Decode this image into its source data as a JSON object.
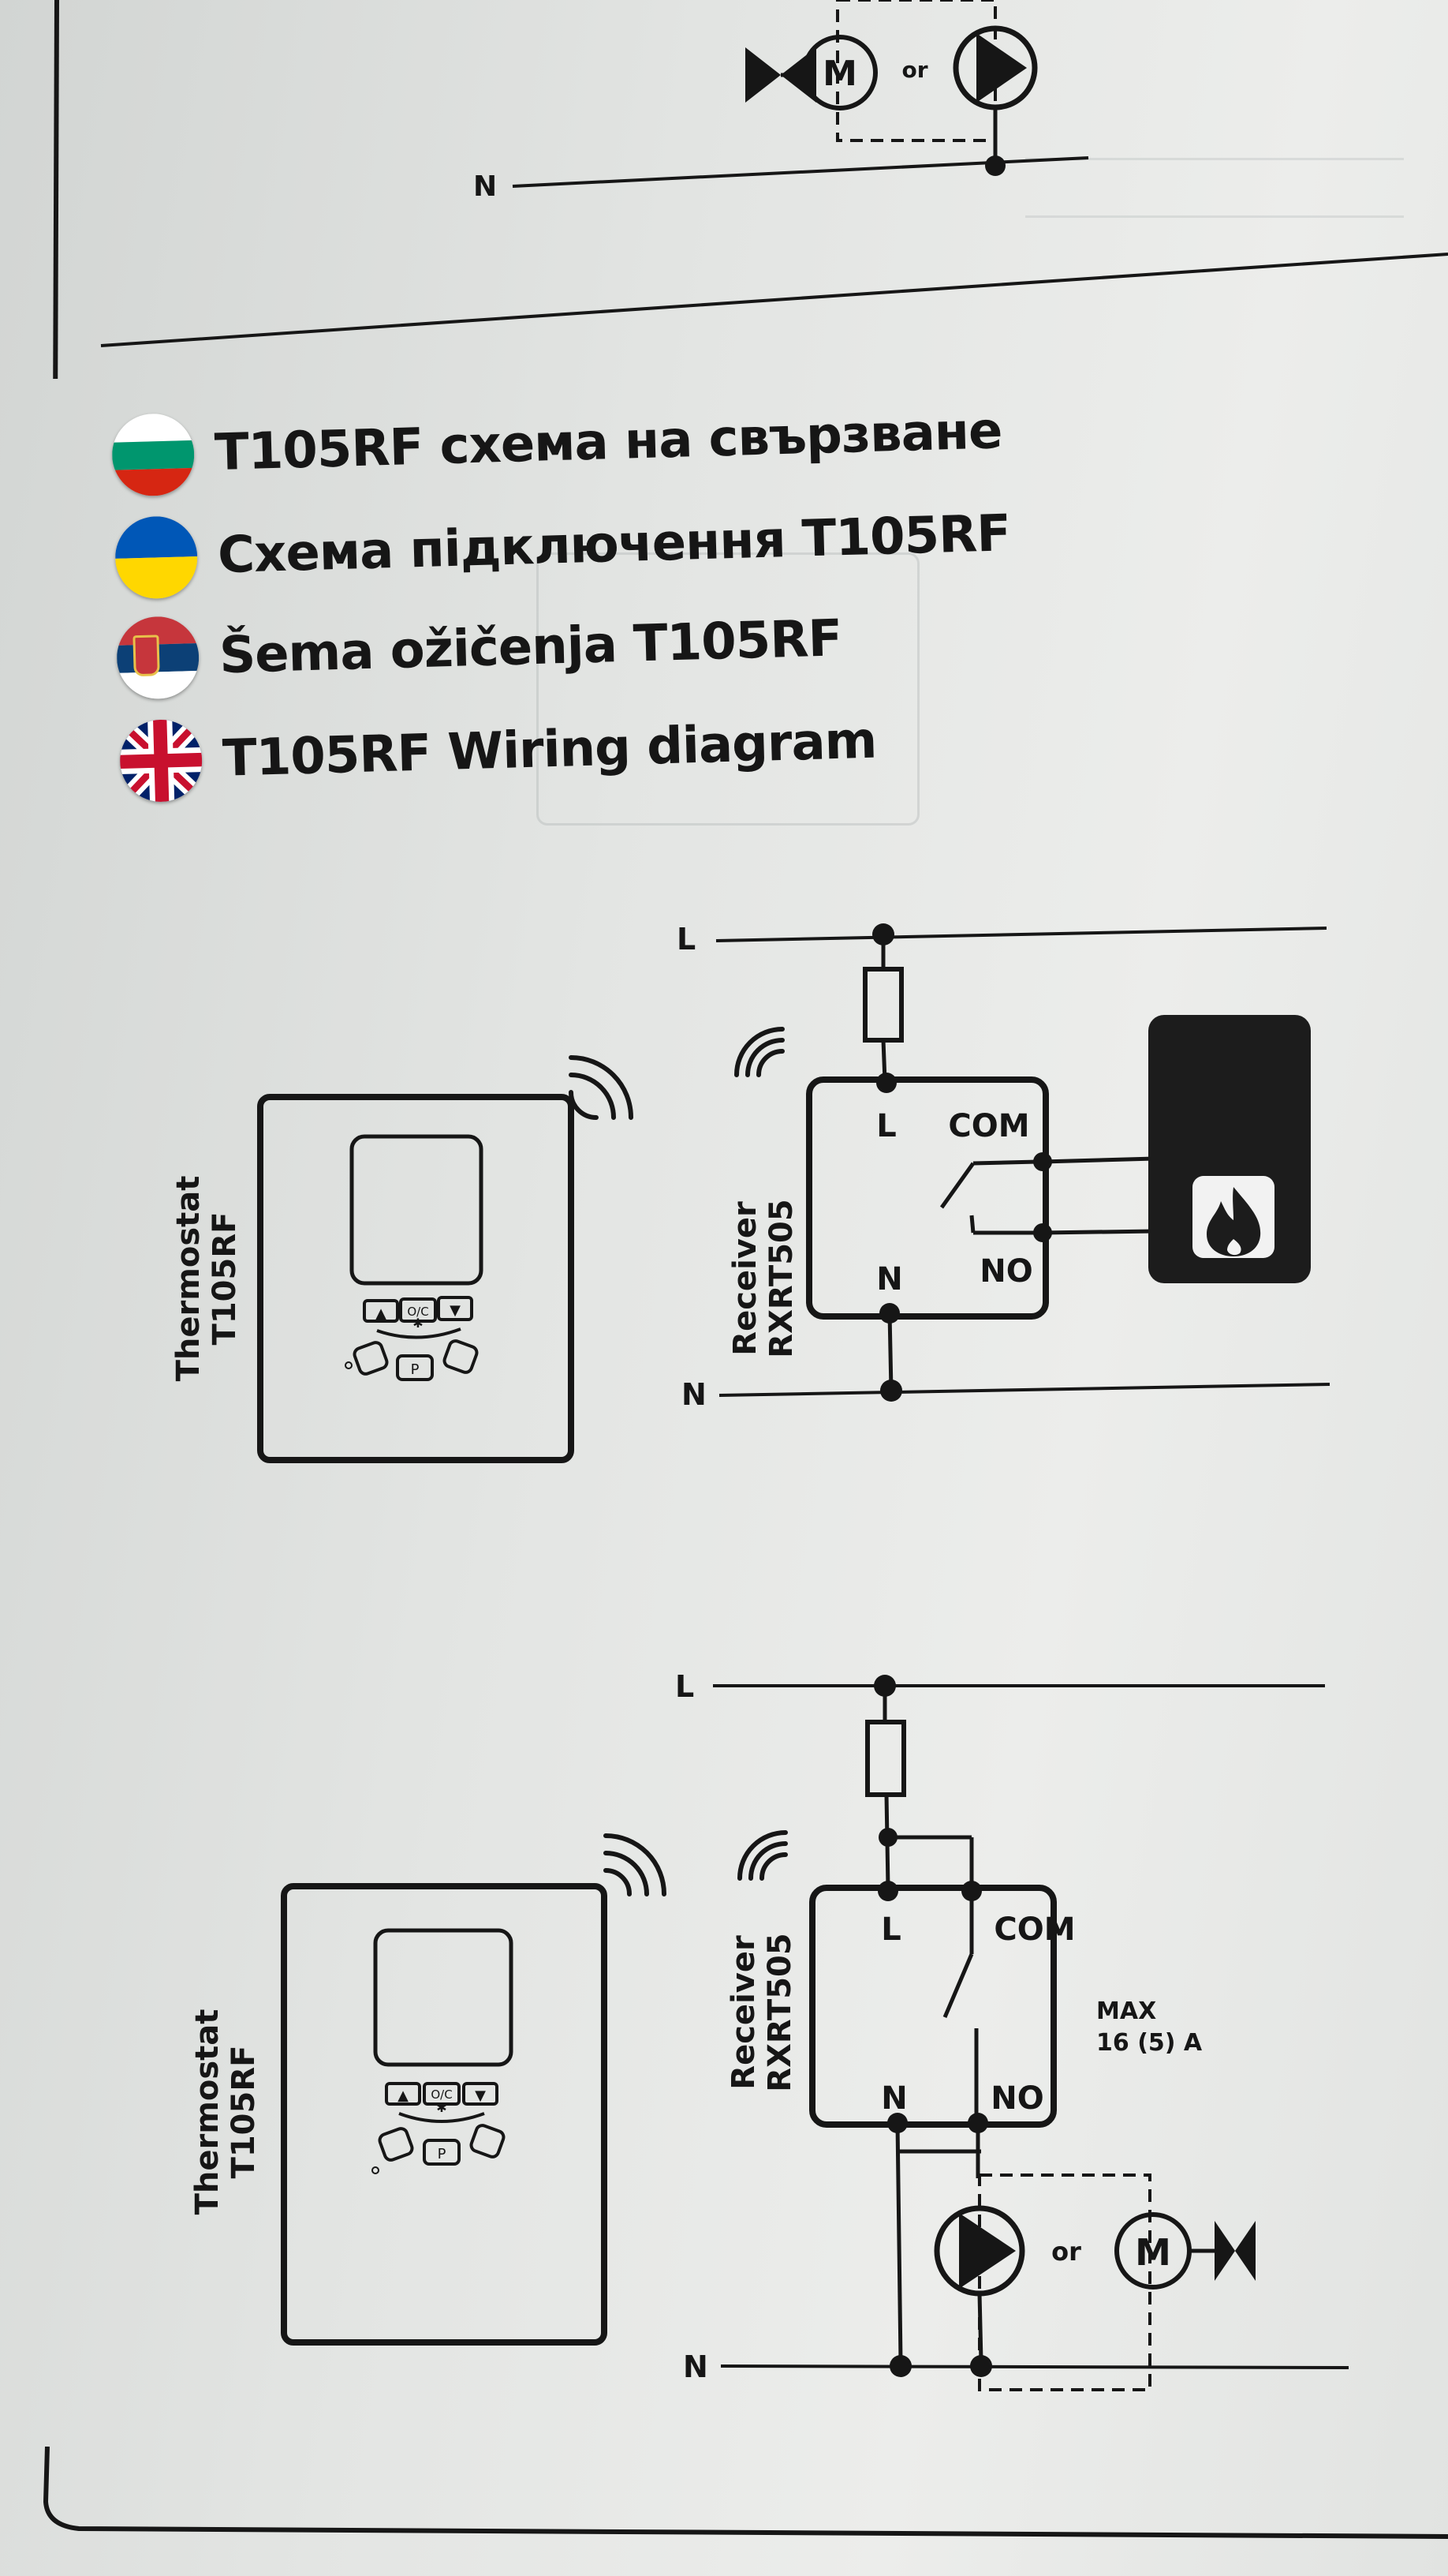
{
  "top_fragment": {
    "or_label": "or",
    "n_label": "N"
  },
  "headings": [
    {
      "lang": "bg",
      "text": "T105RF схема на свързване"
    },
    {
      "lang": "uk",
      "text": "Схема підключення T105RF"
    },
    {
      "lang": "sr",
      "text": "Šema ožičenja T105RF"
    },
    {
      "lang": "en",
      "text": "T105RF Wiring diagram"
    }
  ],
  "diagram1": {
    "thermostat_label_1": "Thermostat",
    "thermostat_label_2": "T105RF",
    "receiver_label_1": "Receiver",
    "receiver_label_2": "RXRT505",
    "l_label": "L",
    "n_label": "N",
    "terminal_l": "L",
    "terminal_n": "N",
    "terminal_com": "COM",
    "terminal_no": "NO",
    "thermostat_buttons": [
      "▲",
      "O/C",
      "▼",
      "P"
    ]
  },
  "diagram2": {
    "thermostat_label_1": "Thermostat",
    "thermostat_label_2": "T105RF",
    "receiver_label_1": "Receiver",
    "receiver_label_2": "RXRT505",
    "l_label": "L",
    "n_label": "N",
    "terminal_l": "L",
    "terminal_n": "N",
    "terminal_com": "COM",
    "terminal_no": "NO",
    "max_label_1": "MAX",
    "max_label_2": "16 (5) A",
    "or_label": "or",
    "thermostat_buttons": [
      "▲",
      "O/C",
      "▼",
      "P"
    ]
  },
  "colors": {
    "ink": "#161616",
    "paper": "#e6e8e6",
    "boiler": "#1c1c1c",
    "flag_bg_white": "#ffffff",
    "flag_bg_green": "#00966e",
    "flag_bg_red": "#d62612",
    "flag_ua_blue": "#0057b7",
    "flag_ua_yellow": "#ffd700",
    "flag_uk_blue": "#012169",
    "flag_uk_red": "#c8102e"
  }
}
